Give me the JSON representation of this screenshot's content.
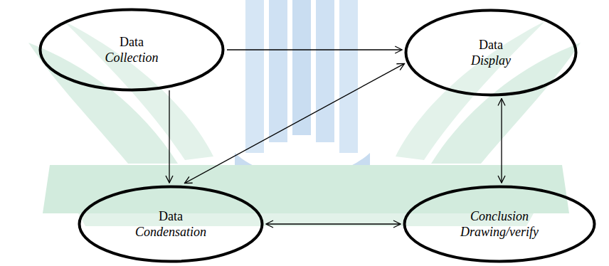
{
  "diagram": {
    "nodes": [
      {
        "text": [
          "Data",
          "Collection"
        ]
      },
      {
        "text": [
          "Data",
          "Display"
        ]
      },
      {
        "text": [
          "Data",
          "Condensation"
        ]
      },
      {
        "text": [
          "Conclusion Drawing/verify"
        ]
      }
    ],
    "edges": [
      {
        "from": 0,
        "to": 1,
        "arrow": "to"
      },
      {
        "from": 0,
        "to": 2,
        "arrow": "to"
      },
      {
        "from": 2,
        "to": 1,
        "arrow": "both"
      },
      {
        "from": 1,
        "to": 3,
        "arrow": "both"
      },
      {
        "from": 2,
        "to": 3,
        "arrow": "both"
      }
    ]
  }
}
